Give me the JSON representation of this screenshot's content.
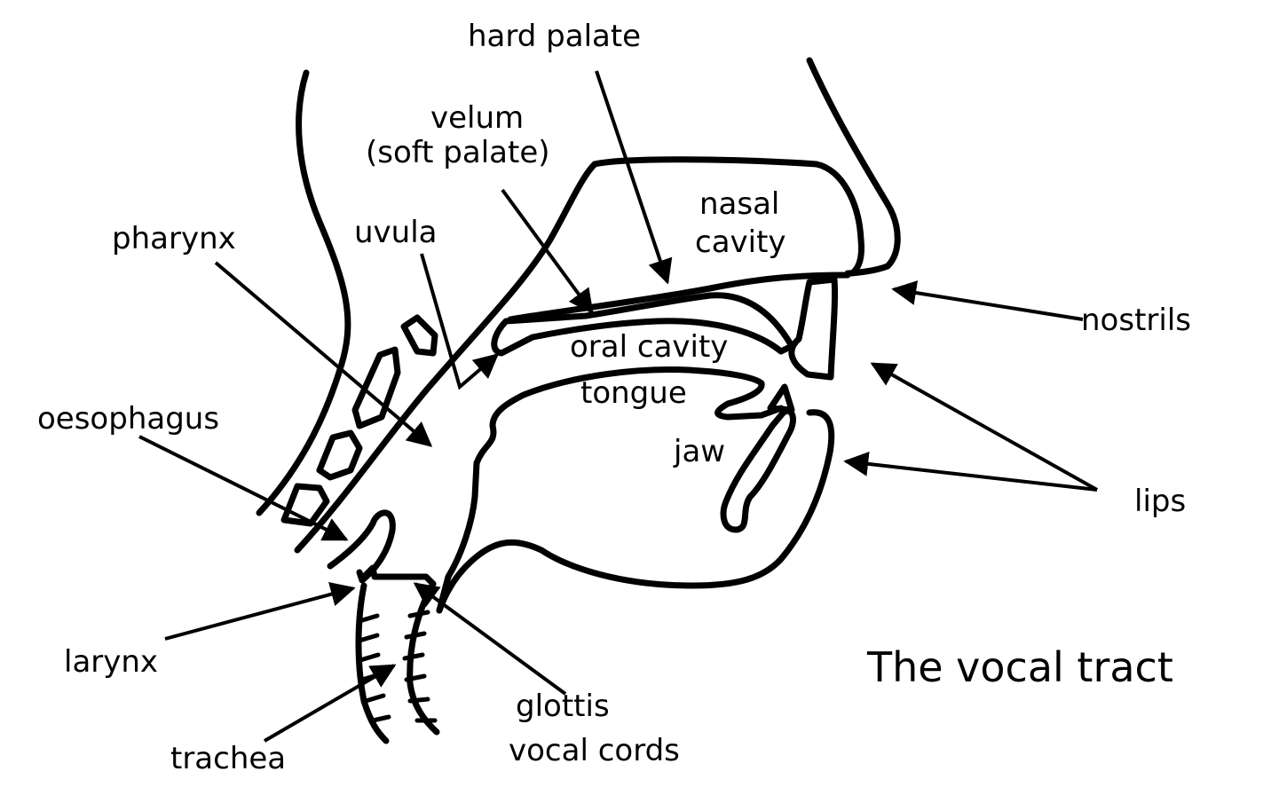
{
  "title": "The vocal tract",
  "labels": {
    "hard_palate": "hard palate",
    "velum": "velum",
    "soft_palate": "(soft palate)",
    "nasal": "nasal",
    "cavity": "cavity",
    "pharynx": "pharynx",
    "uvula": "uvula",
    "nostrils": "nostrils",
    "oral_cavity": "oral cavity",
    "tongue": "tongue",
    "oesophagus": "oesophagus",
    "jaw": "jaw",
    "lips": "lips",
    "larynx": "larynx",
    "trachea": "trachea",
    "glottis": "glottis",
    "vocal_cords": "vocal cords"
  }
}
